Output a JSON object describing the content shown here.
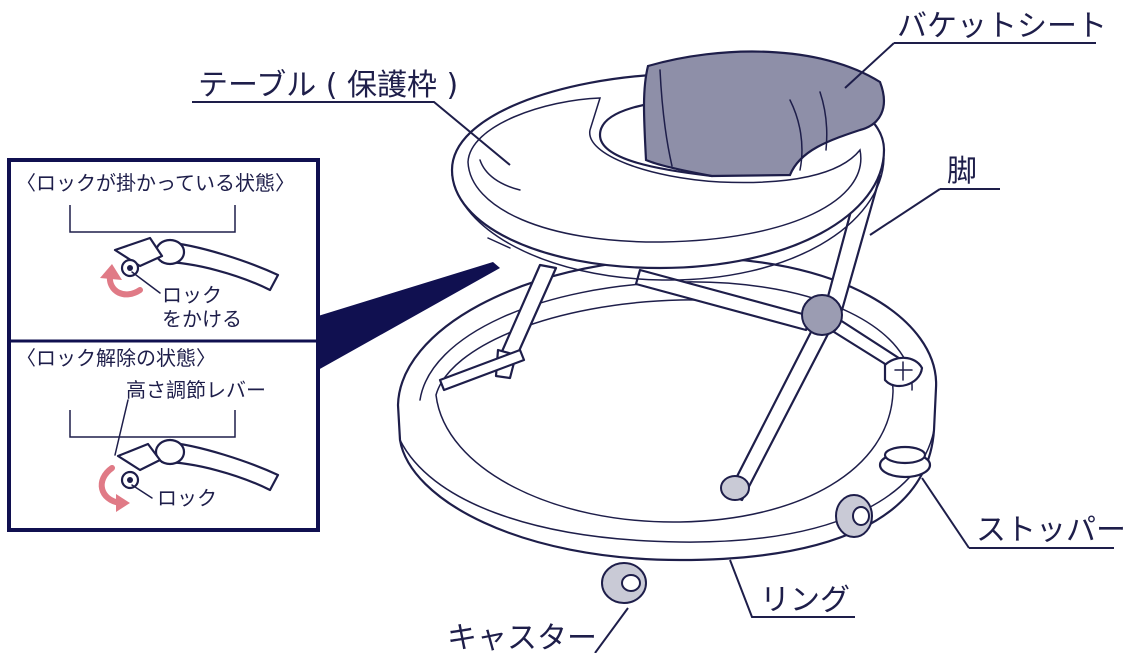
{
  "labels": {
    "bucket_seat": "バケットシート",
    "table": "テーブル ( 保護枠 )",
    "leg": "脚",
    "stopper": "ストッパー",
    "ring": "リング",
    "caster": "キャスター"
  },
  "inset": {
    "locked_title": "〈ロックが掛かっている状態〉",
    "locked_note_line1": "ロック",
    "locked_note_line2": "をかける",
    "unlocked_title": "〈ロック解除の状態〉",
    "height_lever": "高さ調節レバー",
    "lock": "ロック"
  },
  "colors": {
    "line": "#1e1e4a",
    "seat_fill": "#8e8fa8",
    "arrow": "#e07a86",
    "wheel": "#c9cad6",
    "callout": "#101050"
  }
}
